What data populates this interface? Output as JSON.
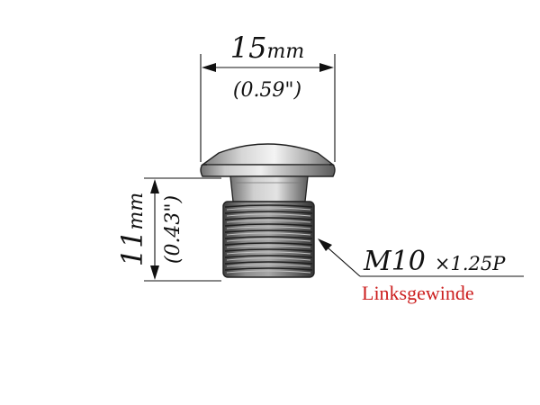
{
  "width_dim": {
    "value": "15",
    "unit": "mm",
    "imperial": "(0.59\")"
  },
  "height_dim": {
    "value": "11",
    "unit": "mm",
    "imperial": "(0.43\")"
  },
  "thread": {
    "size": "M10",
    "pitch": "×1.25P",
    "note": "Linksgewinde"
  },
  "colors": {
    "note": "#cc1f1f",
    "lines": "#111111"
  }
}
